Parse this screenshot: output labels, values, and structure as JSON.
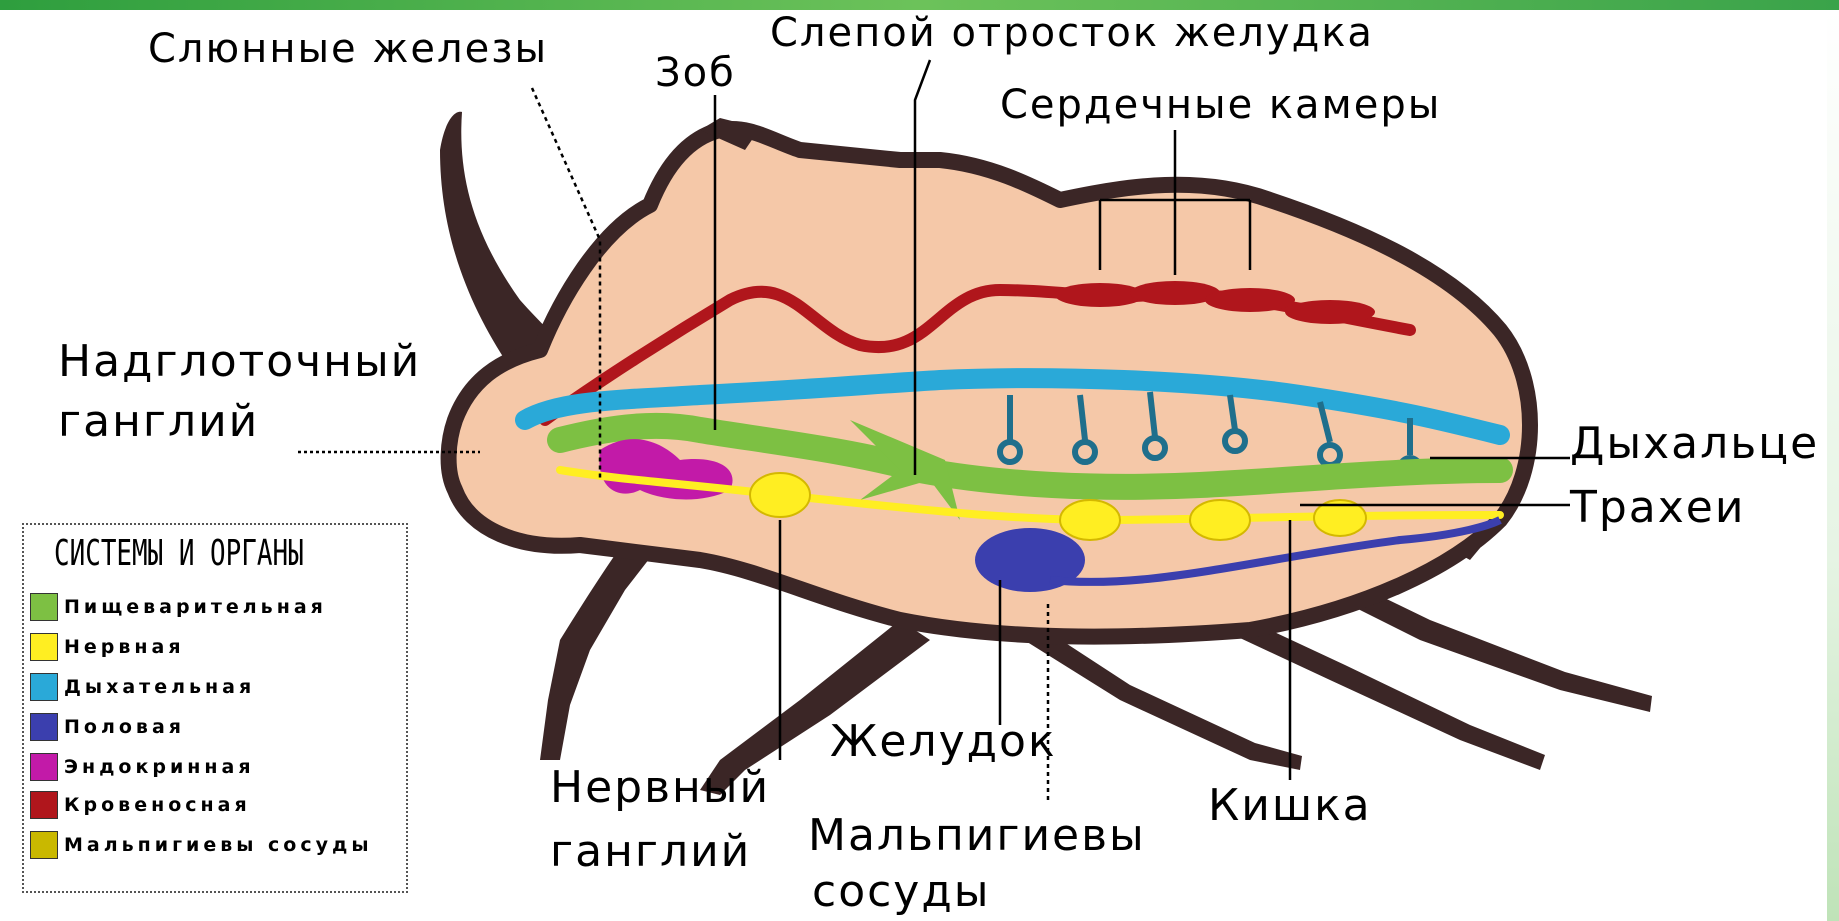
{
  "labels": {
    "salivary_glands": "Слюнные железы",
    "crop": "Зоб",
    "gastric_caecum": "Слепой отросток желудка",
    "heart_chambers": "Сердечные камеры",
    "supraesophageal_1": "Надглоточный",
    "supraesophageal_2": "ганглий",
    "spiracles": "Дыхальце",
    "tracheae": "Трахеи",
    "stomach": "Желудок",
    "intestine": "Кишка",
    "nerve_ganglion_1": "Нервный",
    "nerve_ganglion_2": "ганглий",
    "malpighian_1": "Мальпигиевы",
    "malpighian_2": "сосуды"
  },
  "legend": {
    "title": "СИСТЕМЫ И ОРГАНЫ",
    "items": [
      {
        "label": "Пищеварительная",
        "color": "#7dc043"
      },
      {
        "label": "Нервная",
        "color": "#ffee22"
      },
      {
        "label": "Дыхательная",
        "color": "#2aa9d8"
      },
      {
        "label": "Половая",
        "color": "#3b3fae"
      },
      {
        "label": "Эндокринная",
        "color": "#c21aa8"
      },
      {
        "label": "Кровеносная",
        "color": "#b0161c"
      },
      {
        "label": "Мальпигиевы сосуды",
        "color": "#c9b800"
      }
    ]
  },
  "colors": {
    "body_fill": "#f5c8a8",
    "body_outline": "#3b2626",
    "accent_bar": "#3aa34a"
  }
}
